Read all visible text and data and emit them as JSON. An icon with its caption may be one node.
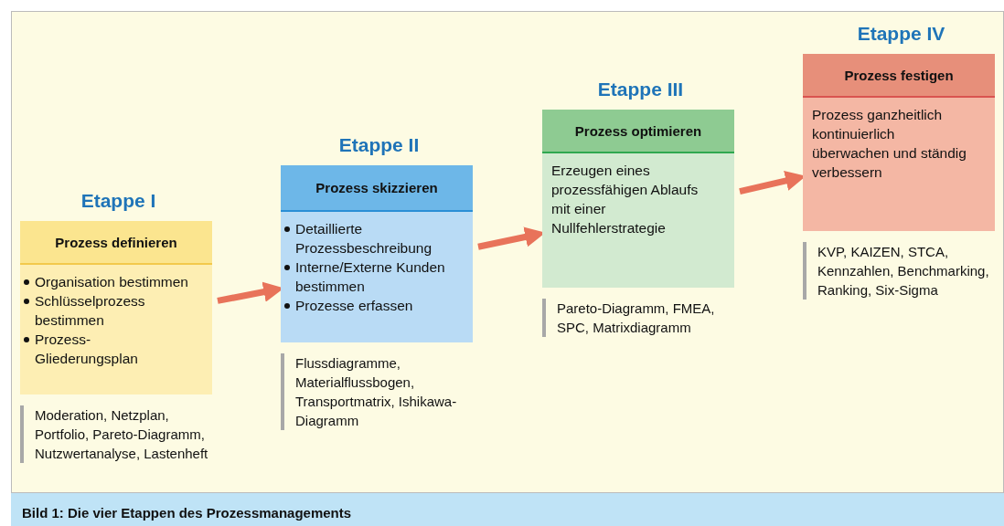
{
  "diagram": {
    "caption": "Bild 1: Die vier Etappen des Prozessmanagements",
    "nodes": [
      {
        "text": [
          "Etappe I",
          "Prozess definieren",
          "Organisation bestimmen",
          "Schlüsselprozess bestimmen",
          "Prozess-Gliederungsplan"
        ],
        "beside": [
          "Moderation, Netzplan, Portfolio, Pareto-Diagramm, Nutzwertanalyse, Lastenheft"
        ]
      },
      {
        "text": [
          "Etappe II",
          "Prozess skizzieren",
          "Detaillierte Prozessbeschreibung",
          "Interne/Externe Kunden bestimmen",
          "Prozesse erfassen"
        ],
        "beside": [
          "Flussdiagramme, Materialflussbogen, Transportmatrix, Ishikawa-Diagramm"
        ]
      },
      {
        "text": [
          "Etappe III",
          "Prozess optimieren",
          "Erzeugen eines prozessfähigen Ablaufs mit einer Nullfehlerstrategie"
        ],
        "beside": [
          "Pareto-Diagramm, FMEA, SPC, Matrixdiagramm"
        ]
      },
      {
        "text": [
          "Etappe IV",
          "Prozess festigen",
          "Prozess ganzheitlich kontinuierlich überwachen und ständig verbessern"
        ],
        "beside": [
          "KVP, KAIZEN, STCA, Kennzahlen, Benchmarking, Ranking, Six-Sigma"
        ]
      }
    ],
    "edges": [
      {
        "from": 0,
        "to": 1,
        "arrow": "to"
      },
      {
        "from": 1,
        "to": 2,
        "arrow": "to"
      },
      {
        "from": 2,
        "to": 3,
        "arrow": "to"
      }
    ]
  }
}
